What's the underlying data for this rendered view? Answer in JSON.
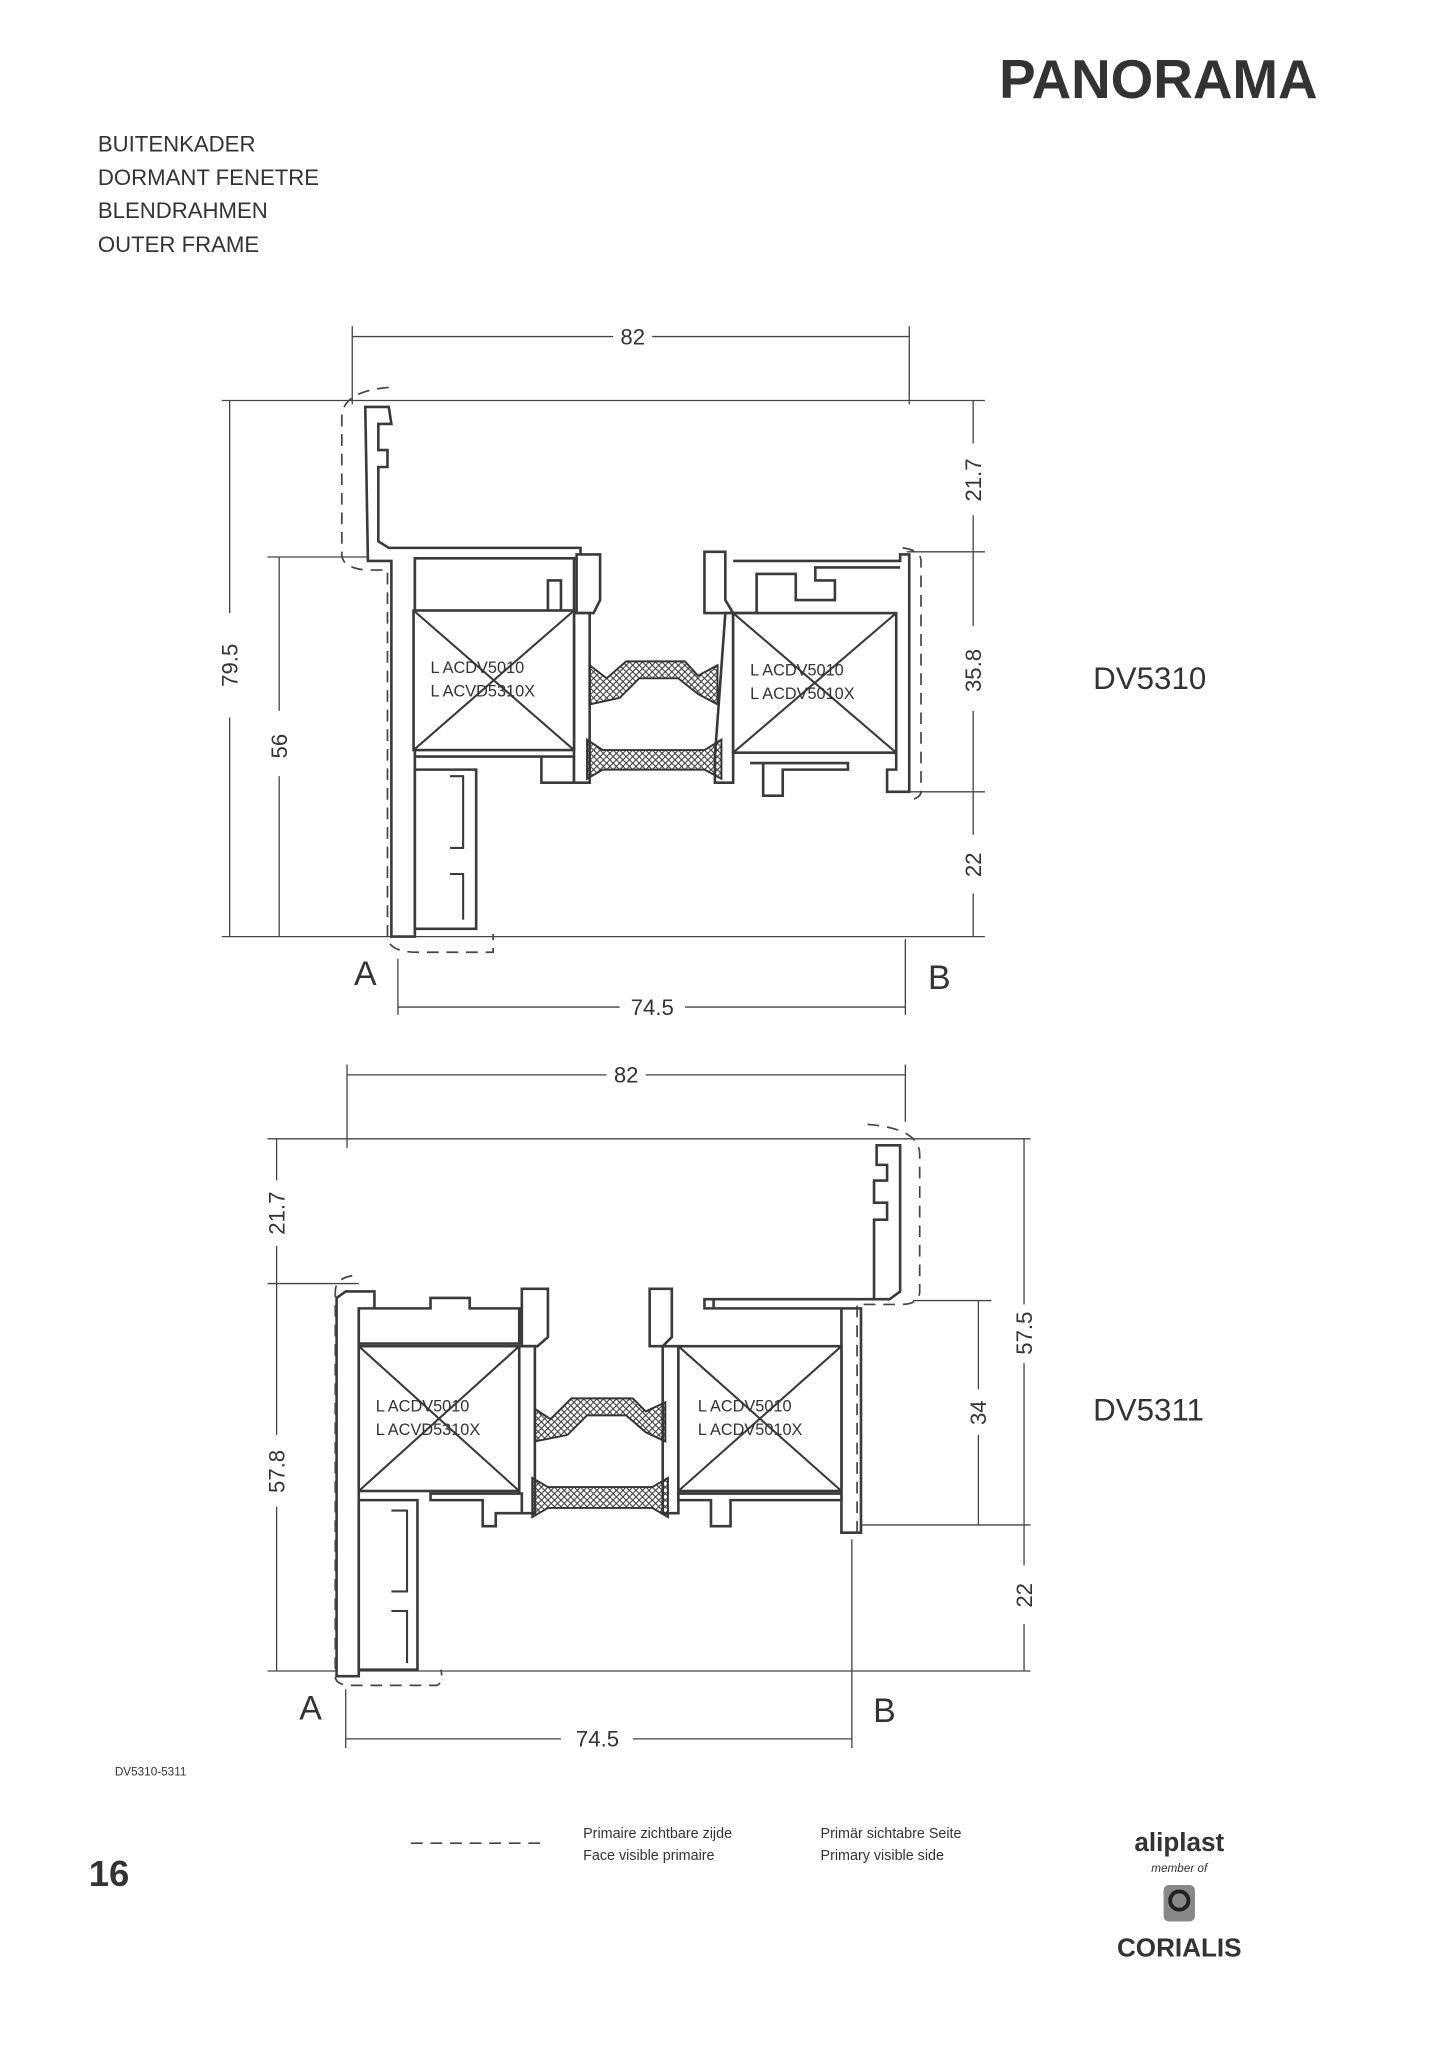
{
  "header": {
    "title": "PANORAMA",
    "subtitles": [
      "BUITENKADER",
      "DORMANT FENETRE",
      "BLENDRAHMEN",
      "OUTER FRAME"
    ]
  },
  "drawings": [
    {
      "code": "DV5310",
      "dims": {
        "top": "82",
        "bottom": "74.5",
        "left_outer": "79.5",
        "left_inner": "56",
        "right_top": "21.7",
        "right_mid": "35.8",
        "right_bottom": "22"
      },
      "point_a": "A",
      "point_b": "B",
      "left_box": [
        "L ACDV5010",
        "L ACVD5310X"
      ],
      "right_box": [
        "L ACDV5010",
        "L ACDV5010X"
      ]
    },
    {
      "code": "DV5311",
      "dims": {
        "top": "82",
        "bottom": "74.5",
        "left_top": "21.7",
        "left_bottom": "57.8",
        "right_inner": "34",
        "right_outer": "57.5",
        "right_bottom": "22"
      },
      "point_a": "A",
      "point_b": "B",
      "left_box": [
        "L ACDV5010",
        "L ACVD5310X"
      ],
      "right_box": [
        "L ACDV5010",
        "L ACDV5010X"
      ]
    }
  ],
  "footer": {
    "reference": "DV5310-5311",
    "page_number": "16",
    "legend": [
      "Primaire zichtbare zijde",
      "Face visible primaire",
      "Primär sichtabre Seite",
      "Primary visible side"
    ],
    "logo": {
      "brand": "aliplast",
      "tagline": "member of",
      "group": "CORIALIS"
    }
  }
}
